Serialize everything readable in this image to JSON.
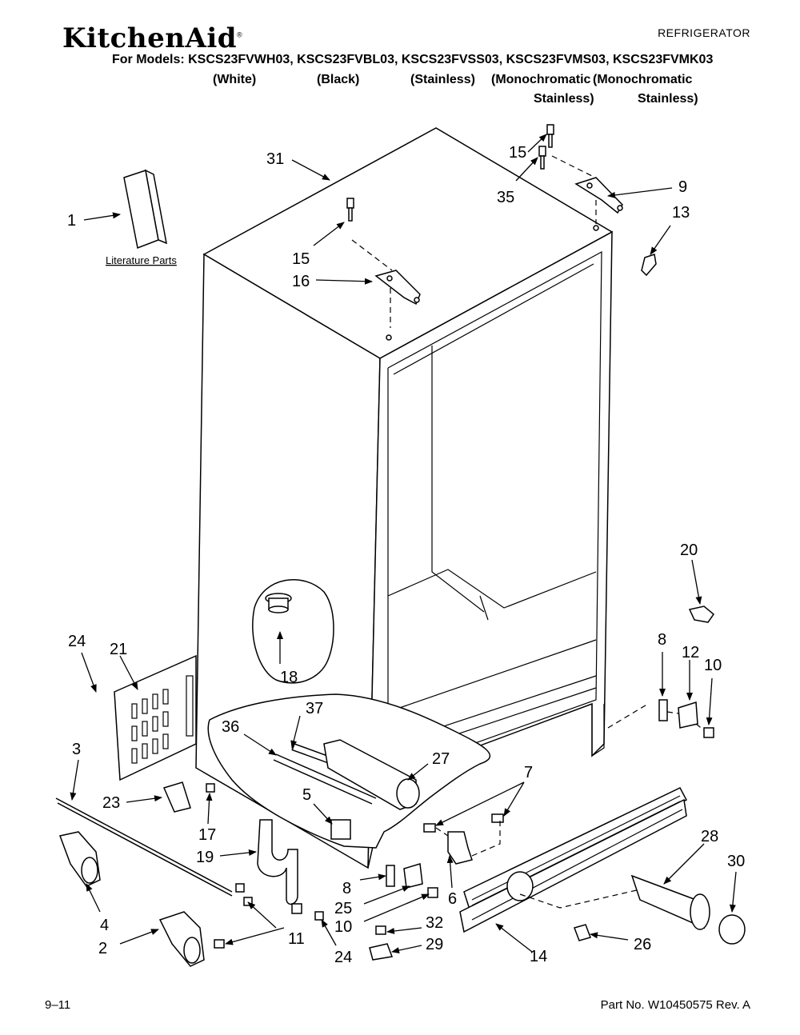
{
  "header": {
    "brand": "KitchenAid",
    "brand_mark": "®",
    "category": "REFRIGERATOR",
    "models_line": "For Models: KSCS23FVWH03, KSCS23FVBL03, KSCS23FVSS03, KSCS23FVMS03, KSCS23FVMK03",
    "variants": [
      {
        "line1": "(White)",
        "line2": ""
      },
      {
        "line1": "(Black)",
        "line2": ""
      },
      {
        "line1": "(Stainless)",
        "line2": ""
      },
      {
        "line1": "(Monochromatic",
        "line2": "Stainless)"
      },
      {
        "line1": "(Monochromatic",
        "line2": "Stainless)"
      }
    ]
  },
  "diagram": {
    "literature_label": "Literature Parts",
    "callouts": [
      "1",
      "2",
      "3",
      "4",
      "5",
      "6",
      "7",
      "8",
      "8",
      "9",
      "10",
      "10",
      "11",
      "12",
      "13",
      "14",
      "15",
      "15",
      "16",
      "17",
      "18",
      "19",
      "20",
      "21",
      "23",
      "24",
      "24",
      "25",
      "26",
      "27",
      "28",
      "29",
      "30",
      "31",
      "32",
      "35",
      "36",
      "37"
    ]
  },
  "footer": {
    "page": "9–11",
    "part_no": "Part No. W10450575 Rev. A"
  }
}
